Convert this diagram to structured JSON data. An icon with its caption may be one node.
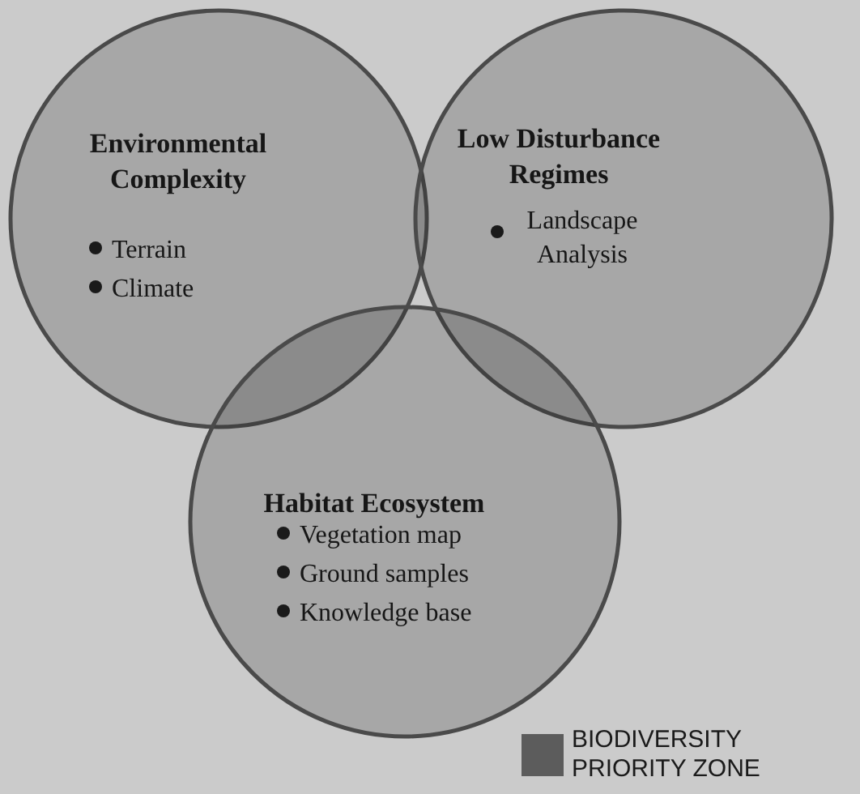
{
  "diagram": {
    "nodes": [
      {
        "text": [
          "Environmental Complexity",
          "Terrain",
          "Climate"
        ]
      },
      {
        "text": [
          "Low Disturbance Regimes",
          "Landscape Analysis"
        ]
      },
      {
        "text": [
          "Habitat Ecosystem",
          "Vegetation map",
          "Ground samples",
          "Knowledge base"
        ]
      }
    ],
    "legend": [
      {
        "text": "BIODIVERSITY PRIORITY ZONE",
        "color": "#5c5c5c"
      }
    ]
  }
}
